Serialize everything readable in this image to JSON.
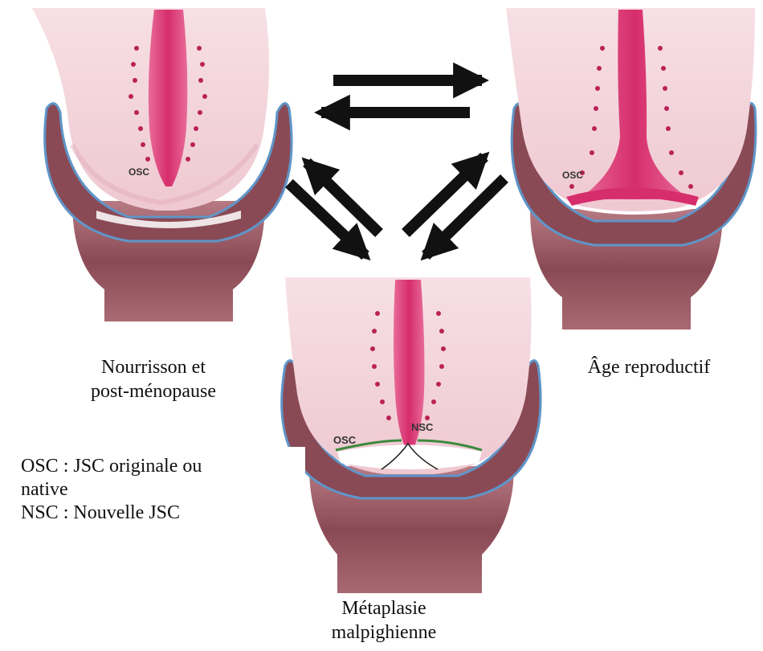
{
  "panels": {
    "infant": {
      "caption_line1": "Nourrisson et",
      "caption_line2": "post-ménopause",
      "marker_osc": "OSC"
    },
    "reproductive": {
      "caption": "Âge reproductif",
      "marker_osc": "OSC"
    },
    "metaplasia": {
      "caption_line1": "Métaplasie",
      "caption_line2": "malpighienne",
      "marker_osc": "OSC",
      "marker_nsc": "NSC"
    }
  },
  "legend": {
    "line1": "OSC : JSC originale ou",
    "line2": "native",
    "line3": "NSC : Nouvelle JSC"
  },
  "colors": {
    "tissue_pink": "#f3d3da",
    "canal_magenta": "#dd3f79",
    "vaginal_wall": "#8a4a55",
    "epithelium_blue": "#5f95c8",
    "arrow_black": "#111111",
    "new_junction_green": "#3b8a3b"
  }
}
